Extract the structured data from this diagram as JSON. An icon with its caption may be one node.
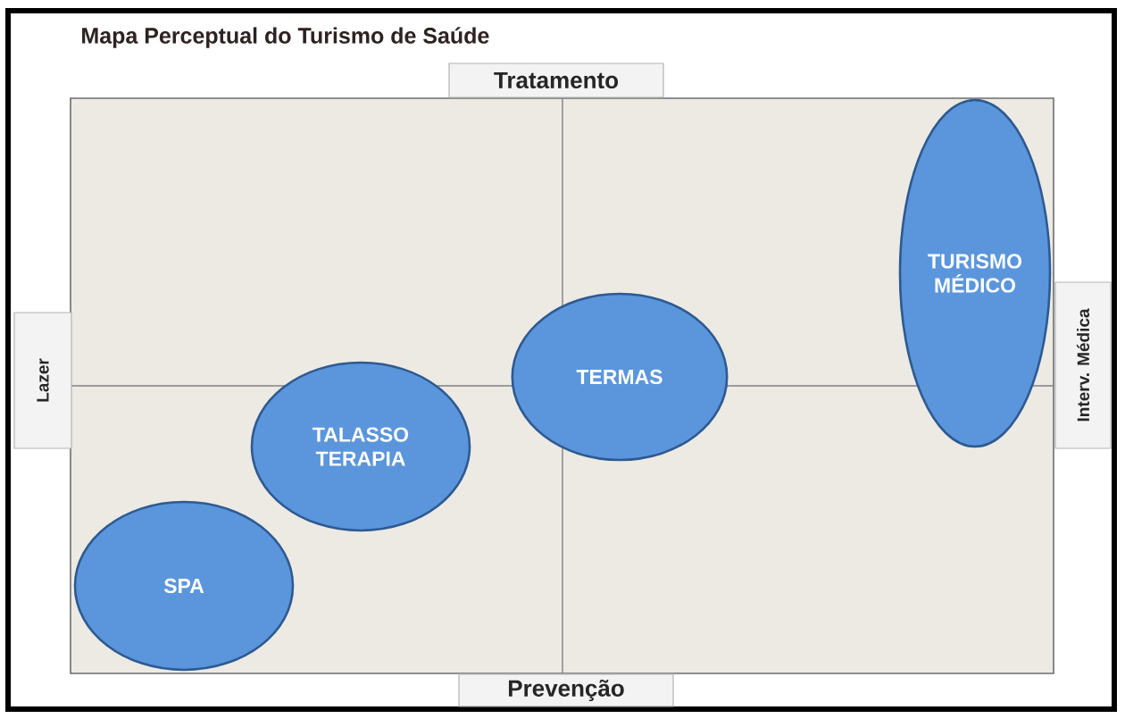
{
  "diagram": {
    "title": "Mapa Perceptual do Turismo de Saúde",
    "nodes": [
      {
        "text": [
          "Tratamento"
        ]
      },
      {
        "text": [
          "TURISMO MÉDICO"
        ]
      },
      {
        "text": [
          "Interv. Médica"
        ]
      },
      {
        "text": [
          "Lazer"
        ]
      },
      {
        "text": [
          "TERMAS"
        ]
      },
      {
        "text": [
          "TALASSO TERAPIA"
        ]
      },
      {
        "text": [
          "SPA"
        ]
      },
      {
        "text": [
          "Prevenção"
        ]
      }
    ]
  }
}
